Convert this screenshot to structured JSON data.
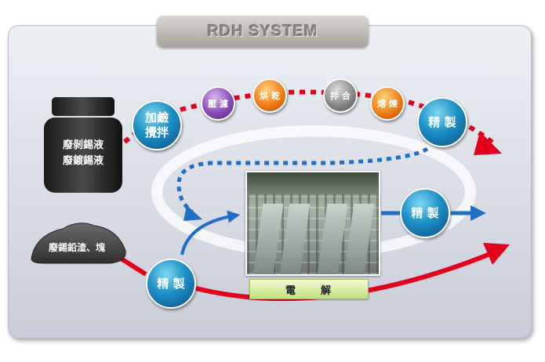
{
  "header": {
    "title": "RDH SYSTEM"
  },
  "inputs": {
    "liquid": [
      "廢剝錫液",
      "廢鍍錫液"
    ],
    "dross": "廢錫鉛渣、塊"
  },
  "nodes": {
    "mix": "加鹼攪拌",
    "filter": "壓 濾",
    "dry": "烘 乾",
    "blend": "拌 合",
    "melt": "熔 煉",
    "refine_top": "精 製",
    "refine_mid": "精 製",
    "refine_bottom": "精 製"
  },
  "electrolysis": {
    "label": "電　　解"
  },
  "colors": {
    "flow_red": "#e3001b",
    "flow_blue": "#1f6fc6",
    "node_blue": "#1d8fc4",
    "node_purple": "#8a4bb8",
    "node_orange": "#f07e16",
    "node_gray": "#8a8a8a"
  }
}
